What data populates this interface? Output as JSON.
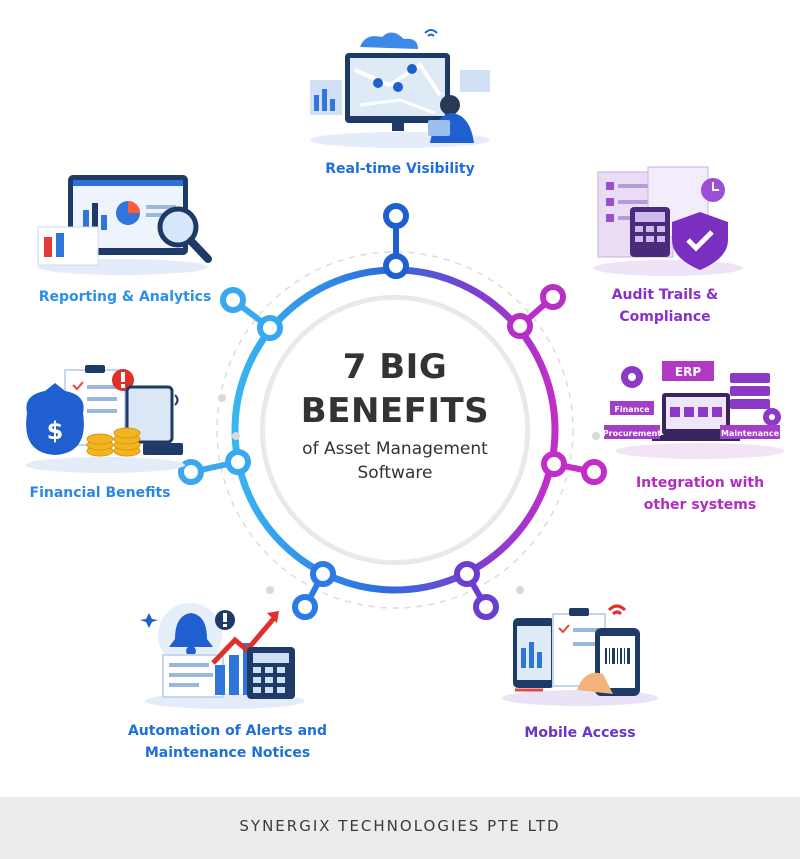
{
  "center": {
    "line1": "7 BIG",
    "line2": "BENEFITS",
    "line3": "of Asset Management",
    "line4": "Software"
  },
  "benefits": [
    {
      "label": "Real-time Visibility",
      "color": "#1e6fd9"
    },
    {
      "label": "Audit Trails &",
      "label2": "Compliance",
      "color": "#8a2fc9"
    },
    {
      "label": "Integration with",
      "label2": "other systems",
      "color": "#b32bc2"
    },
    {
      "label": "Mobile Access",
      "color": "#6a34c9"
    },
    {
      "label": "Automation of Alerts and",
      "label2": "Maintenance Notices",
      "color": "#1e6fd9"
    },
    {
      "label": "Financial Benefits",
      "color": "#2a86e6"
    },
    {
      "label": "Reporting & Analytics",
      "color": "#2a90e8"
    }
  ],
  "integration_tags": [
    "ERP",
    "Finance",
    "Procurement",
    "Maintenance"
  ],
  "footer": {
    "text": "SYNERGIX TECHNOLOGIES PTE LTD"
  },
  "colors": {
    "blue": "#1f6fe0",
    "cyan": "#38b6f0",
    "purple": "#7b3fd0",
    "magenta": "#c22ec8"
  }
}
